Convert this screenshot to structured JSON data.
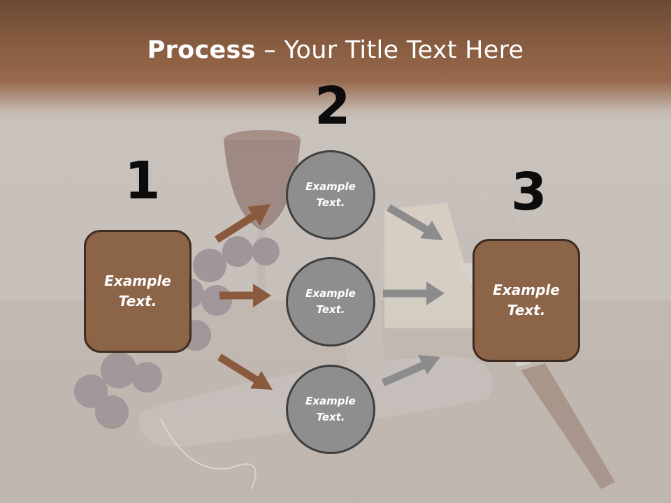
{
  "title": {
    "bold": "Process",
    "rest": " – Your Title Text Here"
  },
  "steps": [
    {
      "number": "1",
      "text": "Example Text."
    },
    {
      "number": "2",
      "text": "Example Text."
    },
    {
      "number": "3",
      "text": "Example Text."
    }
  ],
  "circles": [
    {
      "text": "Example Text."
    },
    {
      "text": "Example Text."
    },
    {
      "text": "Example Text."
    }
  ],
  "colors": {
    "header_brown": "#8a5e42",
    "box_fill": "#8c6448",
    "box_border": "#3f2c20",
    "circle_fill": "#8e8e8e",
    "circle_border": "#3f3f3f",
    "arrow_brown": "#8a5a3e",
    "arrow_gray": "#8c8c8c"
  }
}
